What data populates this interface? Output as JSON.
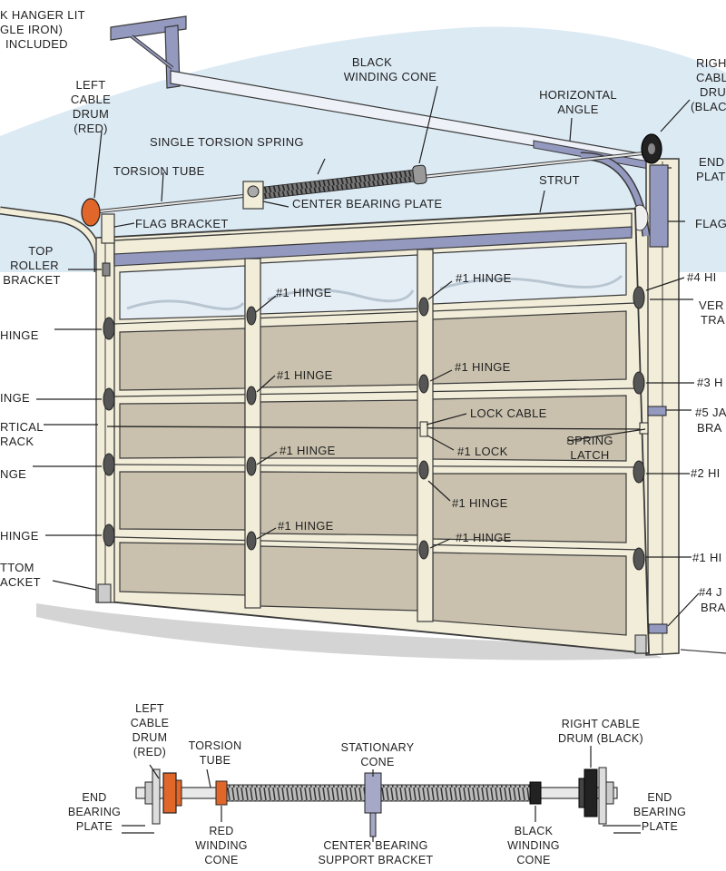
{
  "colors": {
    "door_frame": "#f1edd9",
    "panel": "#c9c1ae",
    "window": "#e6eef5",
    "outline": "#3a3a3a",
    "strut": "#9499bf",
    "red_drum": "#e0662a",
    "black_drum": "#222222",
    "sky": "#dceaf4"
  },
  "labels": {
    "hanger": [
      "K HANGER LIT",
      "GLE IRON)",
      "INCLUDED"
    ],
    "left_cable_drum": [
      "LEFT",
      "CABLE",
      "DRUM",
      "(RED)"
    ],
    "black_winding_cone": [
      "BLACK",
      "WINDING CONE"
    ],
    "horizontal_angle": [
      "HORIZONTAL",
      "ANGLE"
    ],
    "right_cable_drum": [
      "RIGH",
      "CABL",
      "DRU",
      "(BLAC"
    ],
    "single_torsion_spring": "SINGLE TORSION SPRING",
    "torsion_tube": "TORSION TUBE",
    "end_plate": [
      "END",
      "PLAT"
    ],
    "center_bearing_plate": "CENTER BEARING PLATE",
    "strut": "STRUT",
    "flag_bracket": "FLAG BRACKET",
    "flag_right": "FLAG",
    "top_roller_bracket": [
      "TOP",
      "ROLLER",
      "BRACKET"
    ],
    "hinge_4_right": "#4 HI",
    "vertical_track_right": [
      "VER",
      "TRA"
    ],
    "hinge_left_1": "HINGE",
    "hinge_left_2": "INGE",
    "vertical_track_left": [
      "RTICAL",
      "RACK"
    ],
    "hinge_left_3": "NGE",
    "hinge_left_4": "HINGE",
    "bottom_bracket": [
      "TTOM",
      "ACKET"
    ],
    "hinge_1": "#1 HINGE",
    "hinge_3_right": "#3 H",
    "jamb_5": [
      "#5 JA",
      "BRA"
    ],
    "lock_cable": "LOCK CABLE",
    "lock_1": "#1 LOCK",
    "spring_latch": [
      "SPRING",
      "LATCH"
    ],
    "hinge_2_right": "#2 HI",
    "hinge_1_right": "#1 HI",
    "jamb_4": [
      "#4 J",
      "BRA"
    ]
  },
  "bottom_labels": {
    "left_cable_drum": [
      "LEFT",
      "CABLE",
      "DRUM",
      "(RED)"
    ],
    "torsion_tube": [
      "TORSION",
      "TUBE"
    ],
    "stationary_cone": [
      "STATIONARY",
      "CONE"
    ],
    "right_cable_drum": [
      "RIGHT CABLE",
      "DRUM (BLACK)"
    ],
    "end_bearing_plate_left": [
      "END",
      "BEARING",
      "PLATE"
    ],
    "end_bearing_plate_right": [
      "END",
      "BEARING",
      "PLATE"
    ],
    "red_winding_cone": [
      "RED",
      "WINDING",
      "CONE"
    ],
    "center_bearing_support": [
      "CENTER BEARING",
      "SUPPORT BRACKET"
    ],
    "black_winding_cone": [
      "BLACK",
      "WINDING",
      "CONE"
    ]
  }
}
